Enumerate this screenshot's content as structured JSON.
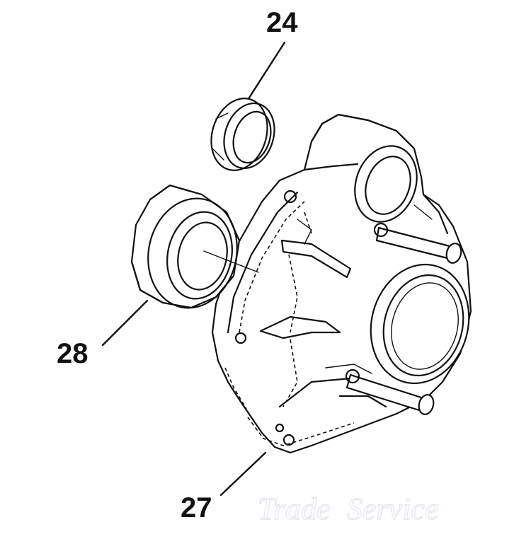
{
  "callouts": {
    "seal": "24",
    "bearing": "28",
    "housing": "27"
  },
  "watermark": {
    "brand_a": "Trade",
    "brand_b": "Service"
  },
  "colors": {
    "line": "#111111",
    "background": "#ffffff",
    "watermark": "#e6e9ee"
  }
}
